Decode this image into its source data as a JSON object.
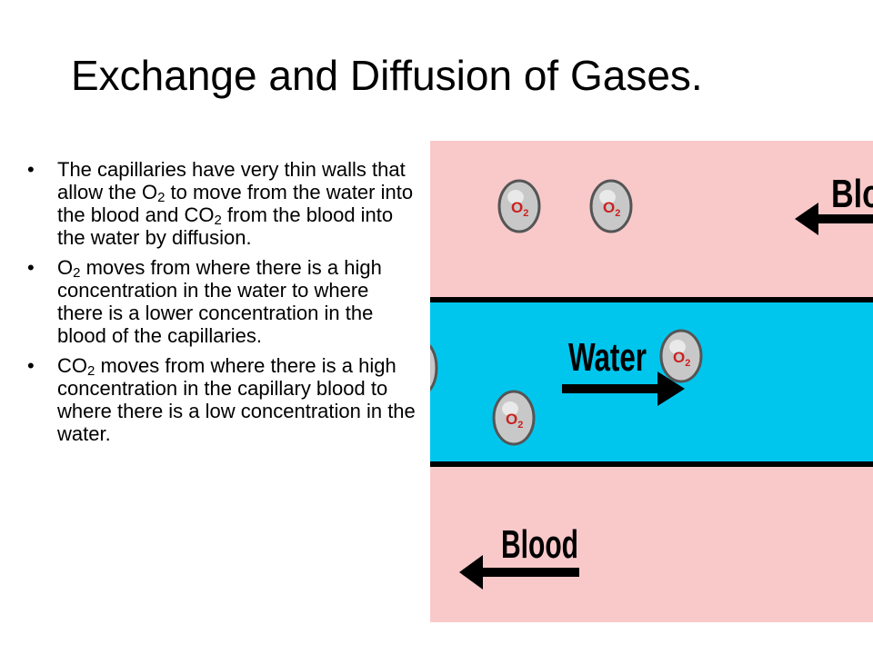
{
  "slide": {
    "title": "Exchange and Diffusion of Gases."
  },
  "bullets": [
    {
      "parts": [
        "The capillaries have very thin walls that allow the O",
        "2",
        " to move from the water into the blood and CO",
        "2",
        " from the blood into the water by diffusion."
      ]
    },
    {
      "parts": [
        "O",
        "2",
        " moves from where there is a high concentration in the water to where there is a lower concentration in the blood of the capillaries."
      ]
    },
    {
      "parts": [
        "CO",
        "2",
        " moves from where there is a high concentration in the capillary blood to where there is a low concentration in the water."
      ]
    }
  ],
  "diagram": {
    "top_label": "Blo",
    "water_label": "Water",
    "bottom_label": "Blood",
    "molecule_symbol": "O",
    "molecule_subscript": "2",
    "colors": {
      "blood": "#f9c9c9",
      "water": "#00c6ee",
      "wall": "#000000",
      "molecule_fill": "#c8c8c8",
      "molecule_text": "#cc2020"
    }
  }
}
